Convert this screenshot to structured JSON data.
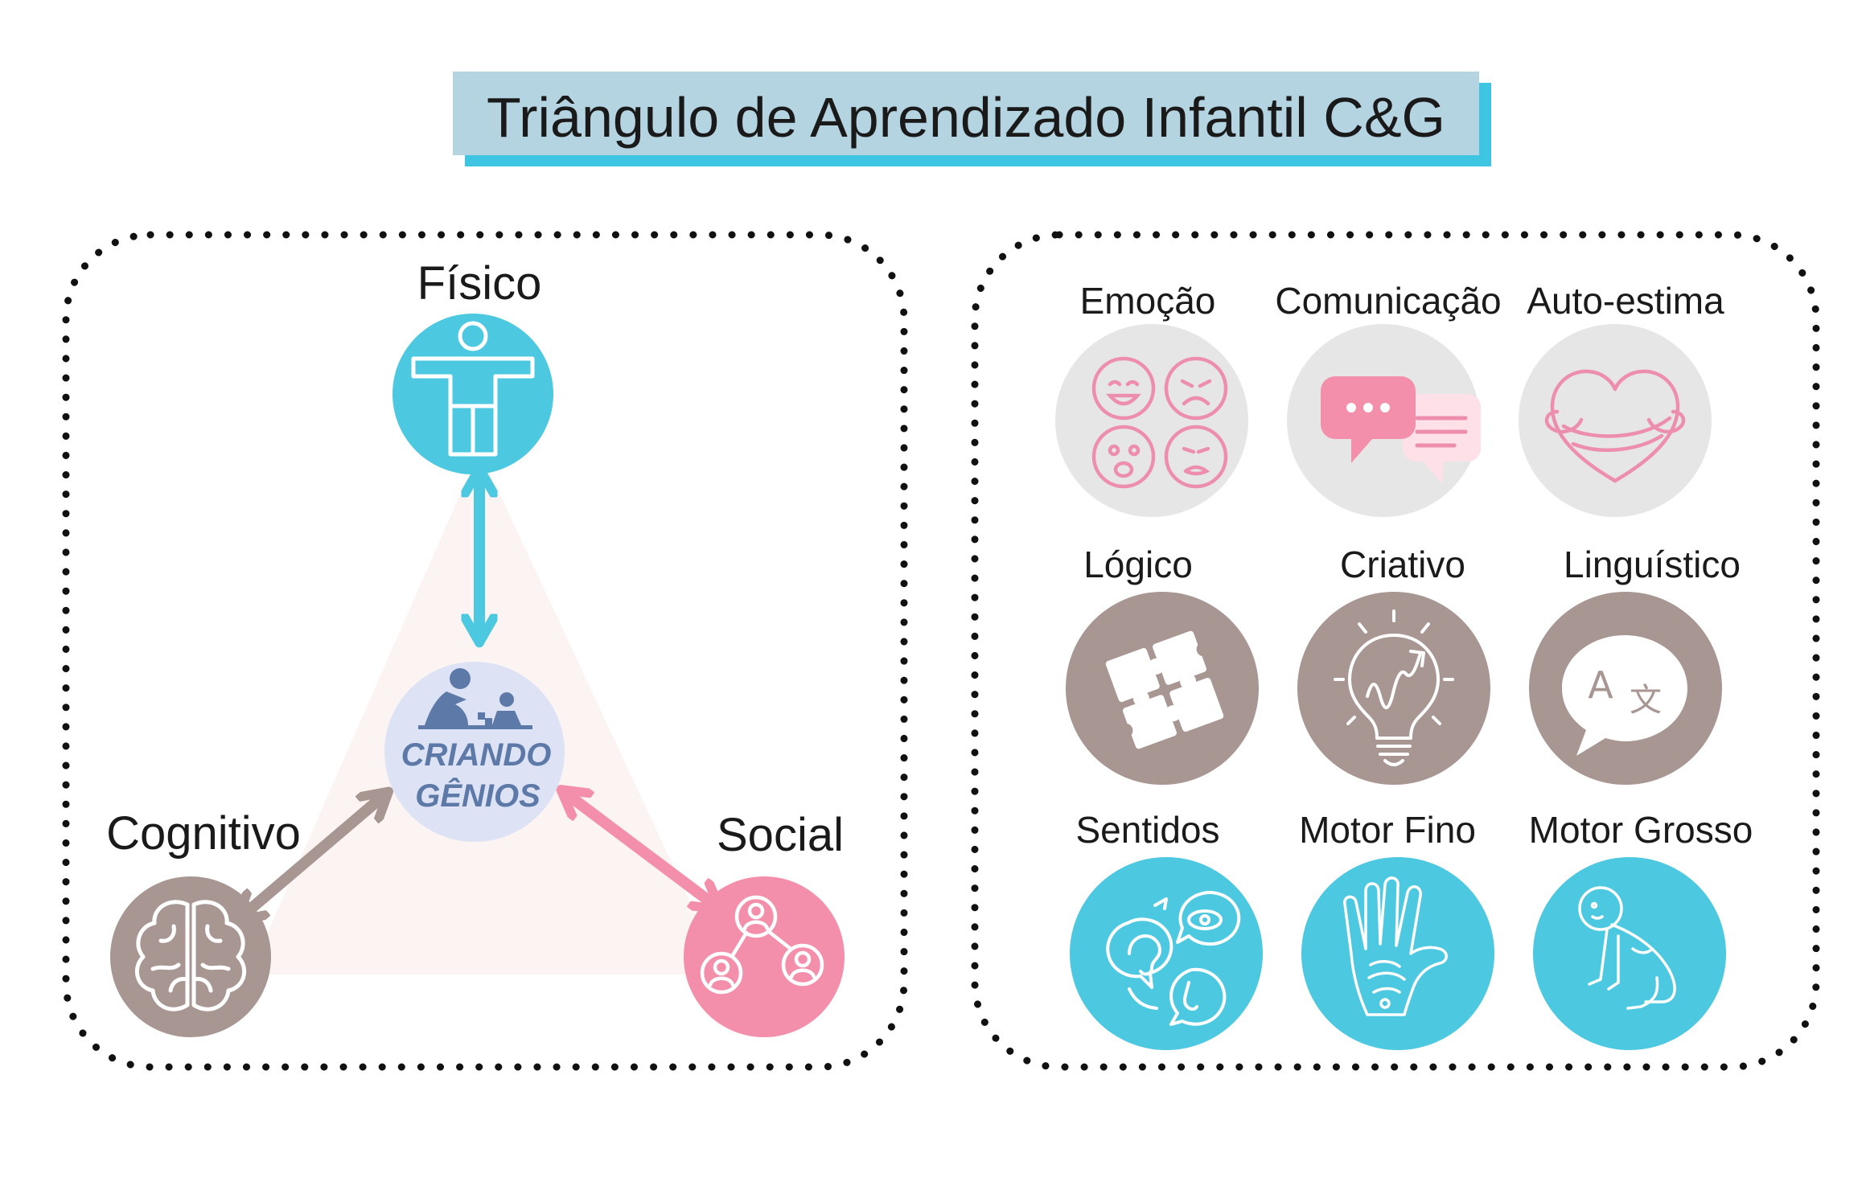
{
  "title": "Triângulo de Aprendizado Infantil C&G",
  "colors": {
    "blue": "#4cc8e0",
    "taupe": "#a89693",
    "pink": "#f48fab",
    "center": "#dde3f4",
    "center_text": "#5c79a8",
    "title_bg": "#b3d4e0",
    "title_shadow": "#3ec5e2",
    "tile_grey": "#e6e6e6",
    "pink_line": "#ee8eae"
  },
  "triangle": {
    "fisico": "Físico",
    "cognitivo": "Cognitivo",
    "social": "Social",
    "logo_line1": "CRIANDO",
    "logo_line2": "GÊNIOS"
  },
  "areas": [
    {
      "label": "Emoção",
      "icon": "emotion-faces-icon"
    },
    {
      "label": "Comunicação",
      "icon": "chat-bubbles-icon"
    },
    {
      "label": "Auto-estima",
      "icon": "heart-hug-icon"
    },
    {
      "label": "Lógico",
      "icon": "puzzle-icon"
    },
    {
      "label": "Criativo",
      "icon": "lightbulb-icon"
    },
    {
      "label": "Linguístico",
      "icon": "translate-icon"
    },
    {
      "label": "Sentidos",
      "icon": "senses-icon"
    },
    {
      "label": "Motor Fino",
      "icon": "hand-icon"
    },
    {
      "label": "Motor Grosso",
      "icon": "crawling-baby-icon"
    }
  ]
}
